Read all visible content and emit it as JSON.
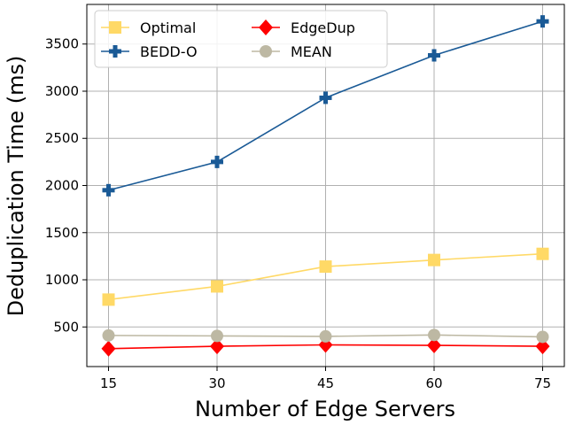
{
  "chart_data": {
    "type": "line",
    "xlabel": "Number of Edge Servers",
    "ylabel": "Deduplication Time (ms)",
    "x": [
      15,
      30,
      45,
      60,
      75
    ],
    "xlim": [
      12,
      78
    ],
    "ylim": [
      80,
      3920
    ],
    "xticks": [
      "15",
      "30",
      "45",
      "60",
      "75"
    ],
    "yticks": [
      500,
      1000,
      1500,
      2000,
      2500,
      3000,
      3500
    ],
    "grid": true,
    "legend_position": "top-left",
    "series": [
      {
        "name": "Optimal",
        "values": [
          790,
          930,
          1140,
          1210,
          1275
        ],
        "color": "#FFD966",
        "marker": "square"
      },
      {
        "name": "BEDD-O",
        "values": [
          1950,
          2250,
          2930,
          3380,
          3740
        ],
        "color": "#1A5A96",
        "marker": "plus"
      },
      {
        "name": "EdgeDup",
        "values": [
          270,
          295,
          310,
          305,
          295
        ],
        "color": "#FF0000",
        "marker": "diamond"
      },
      {
        "name": "MEAN",
        "values": [
          410,
          405,
          400,
          415,
          395
        ],
        "color": "#BDB8A3",
        "marker": "circle"
      }
    ]
  }
}
